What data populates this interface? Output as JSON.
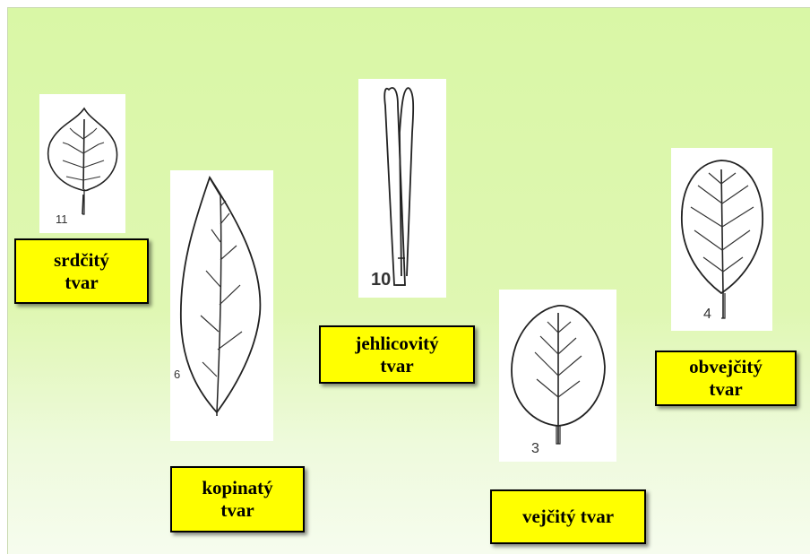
{
  "slide": {
    "background": "#d9f7a6",
    "label_color": "#ffff00"
  },
  "leaves": [
    {
      "number": "11",
      "label": "srdčitý tvar",
      "icon": "heart-shaped-leaf-icon"
    },
    {
      "number": "6",
      "label": "kopinatý tvar",
      "icon": "lanceolate-leaf-icon"
    },
    {
      "number": "10",
      "label": "jehlicovitý tvar",
      "icon": "needle-leaf-icon"
    },
    {
      "number": "3",
      "label": "vejčitý tvar",
      "icon": "ovate-leaf-icon"
    },
    {
      "number": "4",
      "label": "obvejčitý tvar",
      "icon": "obovate-leaf-icon"
    }
  ]
}
